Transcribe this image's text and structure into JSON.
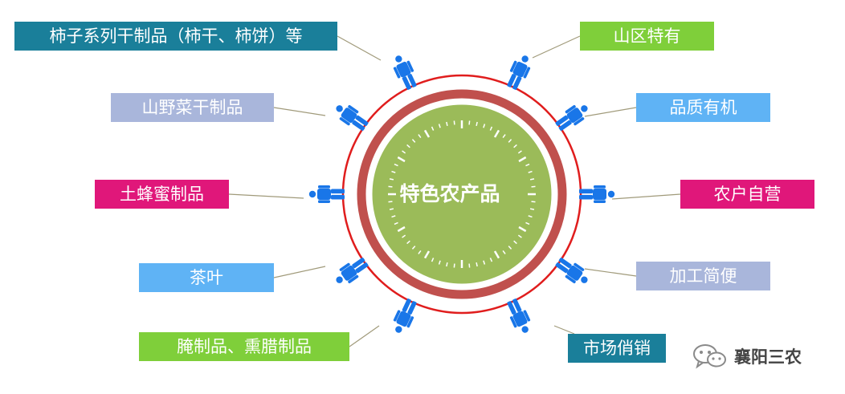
{
  "center": {
    "title": "特色农产品"
  },
  "left_items": [
    {
      "id": "persimmon",
      "label": "柿子系列干制品（柿干、柿饼）等",
      "color": "#1a7f9a"
    },
    {
      "id": "wild-veg",
      "label": "山野菜干制品",
      "color": "#a9b6db"
    },
    {
      "id": "honey",
      "label": "土蜂蜜制品",
      "color": "#e0177a"
    },
    {
      "id": "tea",
      "label": "茶叶",
      "color": "#5fb3f5"
    },
    {
      "id": "cured",
      "label": "腌制品、熏腊制品",
      "color": "#7fcf3a"
    }
  ],
  "right_items": [
    {
      "id": "mountain",
      "label": "山区特有",
      "color": "#7fcf3a"
    },
    {
      "id": "organic",
      "label": "品质有机",
      "color": "#5fb3f5"
    },
    {
      "id": "farmer",
      "label": "农户自营",
      "color": "#e0177a"
    },
    {
      "id": "processing",
      "label": "加工简便",
      "color": "#a9b6db"
    },
    {
      "id": "market",
      "label": "市场俏销",
      "color": "#1a7f9a"
    }
  ],
  "colors": {
    "outer_ring": "#e01d1d",
    "inner_ring": "#c0504d",
    "disc": "#9bbb59",
    "person": "#1976e8",
    "connector": "#a09a7a"
  },
  "watermark": {
    "text": "襄阳三农",
    "icon": "wechat-icon"
  }
}
